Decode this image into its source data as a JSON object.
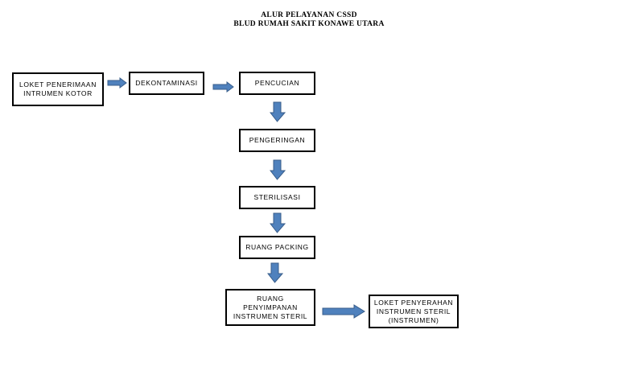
{
  "title": {
    "line1": "ALUR PELAYANAN CSSD",
    "line2": "BLUD RUMAH SAKIT KONAWE UTARA"
  },
  "colors": {
    "arrow_fill": "#4f81bd",
    "arrow_stroke": "#385d8a",
    "box_border": "#000000"
  },
  "steps": {
    "loket_penerimaan": "LOKET PENERIMAAN\nINTRUMEN KOTOR",
    "dekontaminasi": "DEKONTAMINASI",
    "pencucian": "PENCUCIAN",
    "pengeringan": "PENGERINGAN",
    "sterilisasi": "STERILISASI",
    "ruang_packing": "RUANG PACKING",
    "ruang_penyimpanan": "RUANG\nPENYIMPANAN\nINSTRUMEN STERIL",
    "loket_penyerahan": "LOKET PENYERAHAN\nINSTRUMEN STERIL\n(INSTRUMEN)"
  }
}
